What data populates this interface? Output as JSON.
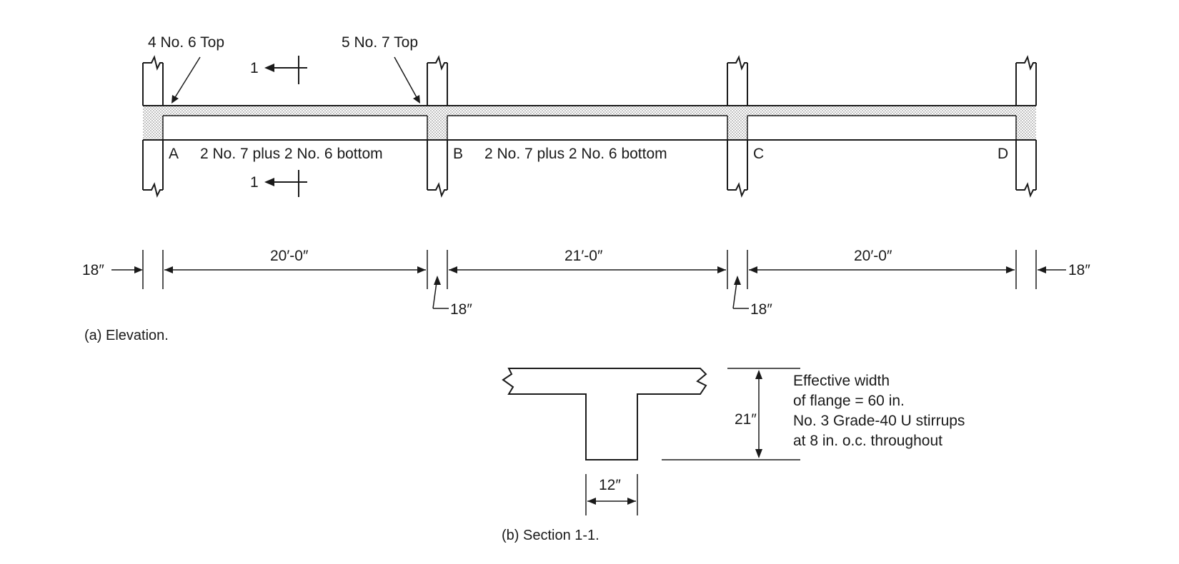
{
  "elevation": {
    "top_bar_labels": {
      "left": "4 No. 6 Top",
      "middle": "5 No. 7 Top"
    },
    "section_mark": "1",
    "supports": [
      "A",
      "B",
      "C",
      "D"
    ],
    "bottom_bar_labels": {
      "span_ab": "2 No. 7 plus 2 No. 6 bottom",
      "span_bc": "2 No. 7 plus 2 No. 6 bottom"
    },
    "dimensions": {
      "column_width": "18″",
      "span_ab": "20′-0″",
      "span_bc": "21′-0″",
      "span_cd": "20′-0″"
    },
    "caption": "(a)  Elevation."
  },
  "section": {
    "depth": "21″",
    "web_width": "12″",
    "notes": [
      "Effective width",
      "of flange = 60 in.",
      "No. 3 Grade-40 U stirrups",
      "at 8 in. o.c. throughout"
    ],
    "caption": "(b)  Section 1-1."
  },
  "colors": {
    "line": "#1a1a1a",
    "shading": "#c8c8c8",
    "background": "#ffffff"
  }
}
